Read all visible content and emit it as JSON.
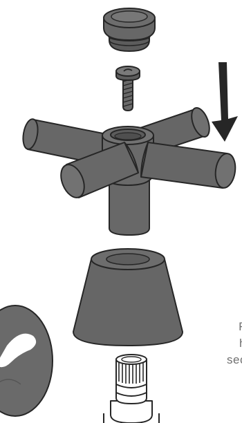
{
  "caption": {
    "lines": [
      "F",
      "h",
      "sec"
    ]
  },
  "colors": {
    "part_fill": "#666666",
    "part_dark": "#555555",
    "part_light": "#777777",
    "outline": "#262626",
    "arrow": "#262626",
    "caption_text": "#6f6f6f"
  },
  "parts": [
    "cap-button",
    "handle-screw",
    "cross-handle",
    "cone-base",
    "valve-stem",
    "detail-callout"
  ],
  "direction_arrow": "down-arrow-icon"
}
